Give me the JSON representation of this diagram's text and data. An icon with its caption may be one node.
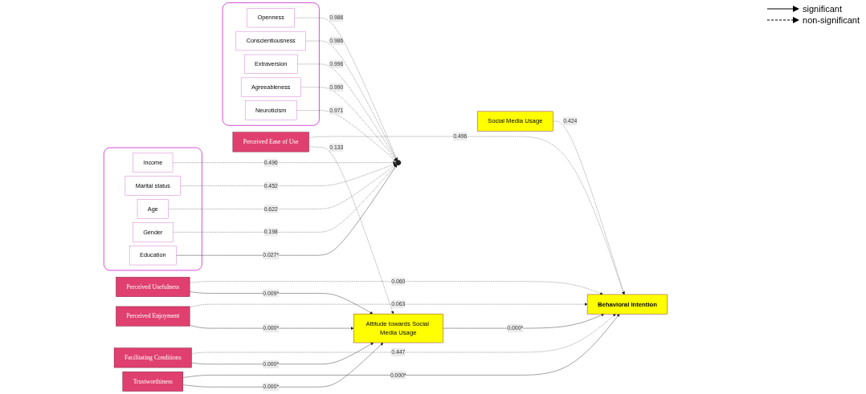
{
  "diagram": {
    "nodes": [
      {
        "text": [
          "Perceived Usefulness"
        ]
      },
      {
        "text": [
          "Perceived Ease of Use"
        ]
      },
      {
        "text": [
          "Perceived Enjoyment"
        ]
      },
      {
        "text": [
          "Facilitating Conditions"
        ]
      },
      {
        "text": [
          "Trustworthiness"
        ]
      },
      {
        "text": [
          "Attitude towards Social Media Usage"
        ]
      },
      {
        "text": [
          "Behavioral Intention"
        ]
      },
      {
        "text": [
          "Social Media Usage"
        ]
      },
      {
        "text": [],
        "shape": "box"
      },
      {
        "text": [
          "Income"
        ],
        "in": 8
      },
      {
        "text": [
          "Marital status"
        ],
        "in": 8
      },
      {
        "text": [
          "Age"
        ],
        "in": 8
      },
      {
        "text": [
          "Gender"
        ],
        "in": 8
      },
      {
        "text": [
          "Education"
        ],
        "in": 8
      },
      {
        "text": [],
        "shape": "box"
      },
      {
        "text": [
          "Openness"
        ],
        "in": 14
      },
      {
        "text": [
          "Conscientiousness"
        ],
        "in": 14
      },
      {
        "text": [
          "Extraversion"
        ],
        "in": 14
      },
      {
        "text": [
          "Agreeableness"
        ],
        "in": 14
      },
      {
        "text": [
          "Neuroticism"
        ],
        "in": 14
      },
      {
        "text": [],
        "shape": "dot"
      }
    ],
    "edges": [
      {
        "from": 0,
        "to": 5,
        "arrow": "to",
        "label": "0.009*"
      },
      {
        "from": 0,
        "to": 6,
        "arrow": "to",
        "label": "0.060",
        "style": "dashed"
      },
      {
        "from": 1,
        "to": 5,
        "arrow": "to",
        "label": "0.133",
        "style": "dashed"
      },
      {
        "from": 1,
        "to": 6,
        "arrow": "to",
        "label": "0.496",
        "style": "dashed"
      },
      {
        "from": 2,
        "to": 5,
        "arrow": "to",
        "label": "0.000*"
      },
      {
        "from": 2,
        "to": 6,
        "arrow": "to",
        "label": "0.063",
        "style": "dashed"
      },
      {
        "from": 3,
        "to": 5,
        "arrow": "to",
        "label": "0.000*"
      },
      {
        "from": 3,
        "to": 6,
        "arrow": "to",
        "label": "0.447",
        "style": "dashed"
      },
      {
        "from": 4,
        "to": 5,
        "arrow": "to",
        "label": "0.000*"
      },
      {
        "from": 4,
        "to": 6,
        "arrow": "to",
        "label": "0.000*"
      },
      {
        "from": 5,
        "to": 6,
        "arrow": "to",
        "label": "0.000*"
      },
      {
        "from": 7,
        "to": 6,
        "arrow": "to",
        "label": "0.424",
        "style": "dashed"
      },
      {
        "from": 9,
        "to": 20,
        "arrow": "to",
        "label": "0.496",
        "style": "dashed"
      },
      {
        "from": 10,
        "to": 20,
        "arrow": "to",
        "label": "0.452",
        "style": "dashed"
      },
      {
        "from": 11,
        "to": 20,
        "arrow": "to",
        "label": "0.622",
        "style": "dashed"
      },
      {
        "from": 12,
        "to": 20,
        "arrow": "to",
        "label": "0.198",
        "style": "dashed"
      },
      {
        "from": 13,
        "to": 20,
        "arrow": "to",
        "label": "0.027*"
      },
      {
        "from": 15,
        "to": 20,
        "arrow": "to",
        "label": "0.986",
        "style": "dashed"
      },
      {
        "from": 16,
        "to": 20,
        "arrow": "to",
        "label": "0.986",
        "style": "dashed"
      },
      {
        "from": 17,
        "to": 20,
        "arrow": "to",
        "label": "0.996",
        "style": "dashed"
      },
      {
        "from": 18,
        "to": 20,
        "arrow": "to",
        "label": "0.990",
        "style": "dashed"
      },
      {
        "from": 19,
        "to": 20,
        "arrow": "to",
        "label": "0.971",
        "style": "dashed"
      }
    ],
    "legend": [
      {
        "text": "significant"
      },
      {
        "text": "non-significant"
      }
    ]
  }
}
